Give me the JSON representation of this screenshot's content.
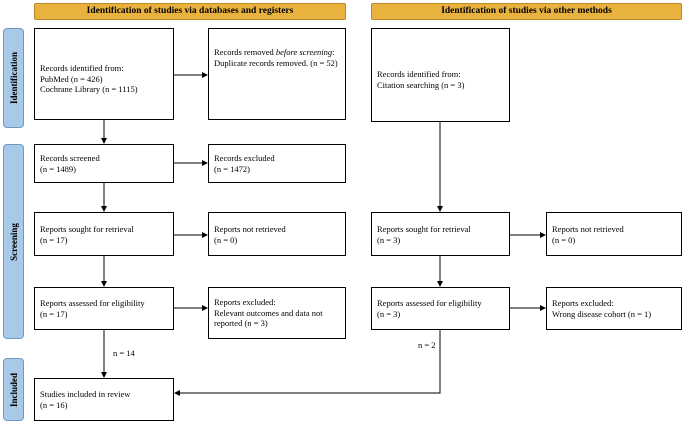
{
  "headers": {
    "databases": "Identification of studies via databases and registers",
    "other": "Identification of studies via other methods"
  },
  "phases": {
    "identification": "Identification",
    "screening": "Screening",
    "included": "Included"
  },
  "databases": {
    "identified": {
      "line1": "Records identified from:",
      "line2": "PubMed (n = 426)",
      "line3": "Cochrane Library (n = 1115)"
    },
    "removed": {
      "prefix": "Records removed ",
      "emph": "before screening",
      "suffix": ":",
      "line2": "Duplicate records removed.  (n = 52)"
    },
    "screened": {
      "line1": "Records screened",
      "line2": "(n = 1489)"
    },
    "excluded": {
      "line1": "Records excluded",
      "line2": "(n = 1472)"
    },
    "sought": {
      "line1": "Reports sought for retrieval",
      "line2": "(n = 17)"
    },
    "not_retrieved": {
      "line1": "Reports not retrieved",
      "line2": "(n = 0)"
    },
    "assessed": {
      "line1": "Reports assessed for eligibility",
      "line2": "(n = 17)"
    },
    "reports_excluded": {
      "line1": "Reports excluded:",
      "line2": "Relevant outcomes and data not reported (n = 3)"
    },
    "flow_label": "n = 14"
  },
  "other": {
    "identified": {
      "line1": "Records identified from:",
      "line2": "Citation searching (n = 3)"
    },
    "sought": {
      "line1": "Reports sought for retrieval",
      "line2": "(n = 3)"
    },
    "not_retrieved": {
      "line1": "Reports not retrieved",
      "line2": "(n = 0)"
    },
    "assessed": {
      "line1": "Reports assessed for eligibility",
      "line2": "(n = 3)"
    },
    "reports_excluded": {
      "line1": "Reports excluded:",
      "line2": "Wrong disease cohort (n = 1)"
    },
    "flow_label": "n = 2"
  },
  "included": {
    "line1": "Studies included in review",
    "line2": "(n = 16)"
  }
}
